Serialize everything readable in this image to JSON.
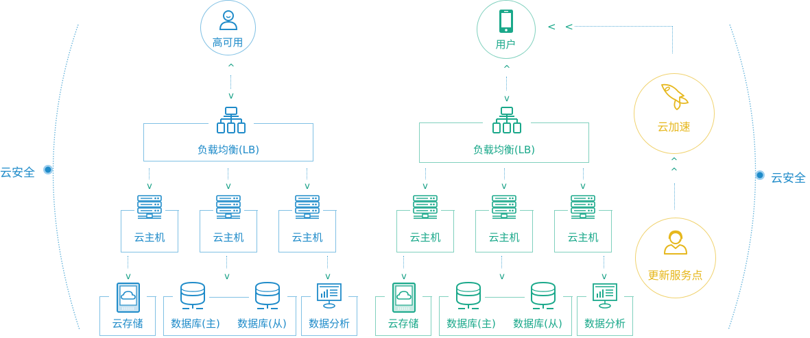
{
  "security": {
    "left_label": "云安全",
    "right_label": "云安全",
    "color": "#1f8bc9"
  },
  "colors": {
    "left_cluster": "#1f8bc9",
    "right_cluster": "#1aa88a",
    "arrow": "#16a085",
    "accelerate": "#e6b71c",
    "connector": "#5aaed8"
  },
  "left_cluster": {
    "top_node": {
      "label": "高可用",
      "icon": "user-icon"
    },
    "load_balancer": {
      "label": "负载均衡(LB)",
      "icon": "network-hierarchy-icon"
    },
    "hosts": [
      {
        "label": "云主机",
        "icon": "server-icon"
      },
      {
        "label": "云主机",
        "icon": "server-icon"
      },
      {
        "label": "云主机",
        "icon": "server-icon"
      }
    ],
    "storage": {
      "label": "云存储",
      "icon": "cloud-storage-icon"
    },
    "databases": [
      {
        "label": "数据库(主)",
        "icon": "database-icon"
      },
      {
        "label": "数据库(从)",
        "icon": "database-icon"
      }
    ],
    "analytics": {
      "label": "数据分析",
      "icon": "analytics-monitor-icon"
    }
  },
  "right_cluster": {
    "top_node": {
      "label": "用户",
      "icon": "mobile-phone-icon"
    },
    "load_balancer": {
      "label": "负载均衡(LB)",
      "icon": "network-hierarchy-icon"
    },
    "hosts": [
      {
        "label": "云主机",
        "icon": "server-icon"
      },
      {
        "label": "云主机",
        "icon": "server-icon"
      },
      {
        "label": "云主机",
        "icon": "server-icon"
      }
    ],
    "storage": {
      "label": "云存储",
      "icon": "cloud-storage-icon"
    },
    "databases": [
      {
        "label": "数据库(主)",
        "icon": "database-icon"
      },
      {
        "label": "数据库(从)",
        "icon": "database-icon"
      }
    ],
    "analytics": {
      "label": "数据分析",
      "icon": "analytics-monitor-icon"
    }
  },
  "side_nodes": {
    "accelerate": {
      "label": "云加速",
      "icon": "rocket-icon"
    },
    "update_point": {
      "label": "更新服务点",
      "icon": "customer-service-icon"
    }
  },
  "arrows": {
    "up": "^",
    "down": "v",
    "left_double": "< <"
  }
}
